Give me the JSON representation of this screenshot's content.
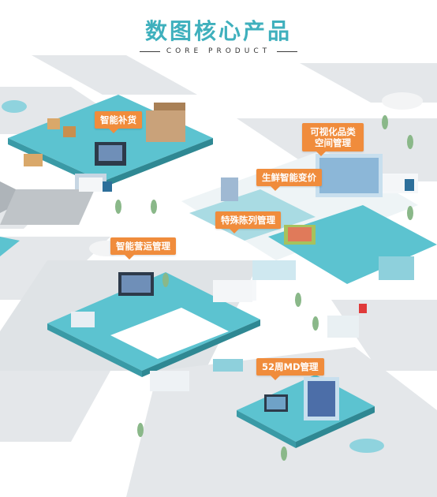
{
  "header": {
    "title": "数图核心产品",
    "subtitle": "CORE PRODUCT"
  },
  "labels": {
    "replenishment": "智能补货",
    "space_management": "可视化品类空间管理",
    "fresh_pricing": "生鲜智能变价",
    "special_display": "特殊陈列管理",
    "operation_management": "智能营运管理",
    "md_management": "52周MD管理"
  },
  "colors": {
    "accent": "#3fb0bd",
    "tag": "#f08c3c",
    "platform": "#5cc3d0",
    "road": "#d8dcdf",
    "ground": "#eef0f2"
  }
}
